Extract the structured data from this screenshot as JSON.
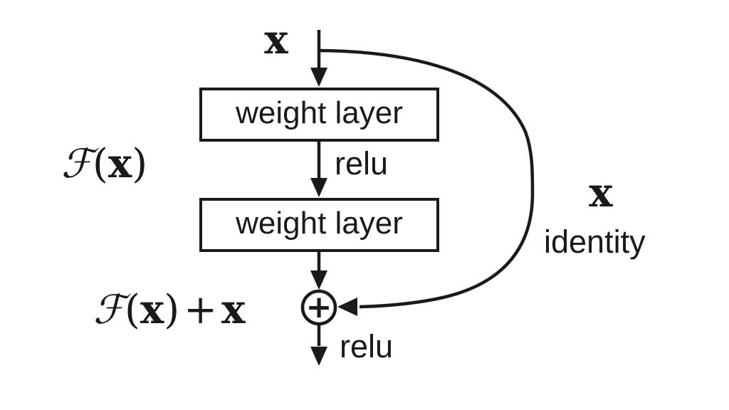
{
  "diagram": {
    "type": "residual-learning-building-block",
    "colors": {
      "ink": "#1a1a1a",
      "background": "#ffffff"
    },
    "labels": {
      "input_x": "x",
      "weight_layer_1": "weight layer",
      "relu_mid": "relu",
      "weight_layer_2": "weight layer",
      "relu_out": "relu",
      "skip_x": "x",
      "skip_identity": "identity",
      "add_operator": "+"
    },
    "math": {
      "script_f": "ℱ",
      "open_paren": "(",
      "arg_x": "x",
      "close_paren": ")",
      "plus": "+",
      "second_x": "x"
    }
  }
}
